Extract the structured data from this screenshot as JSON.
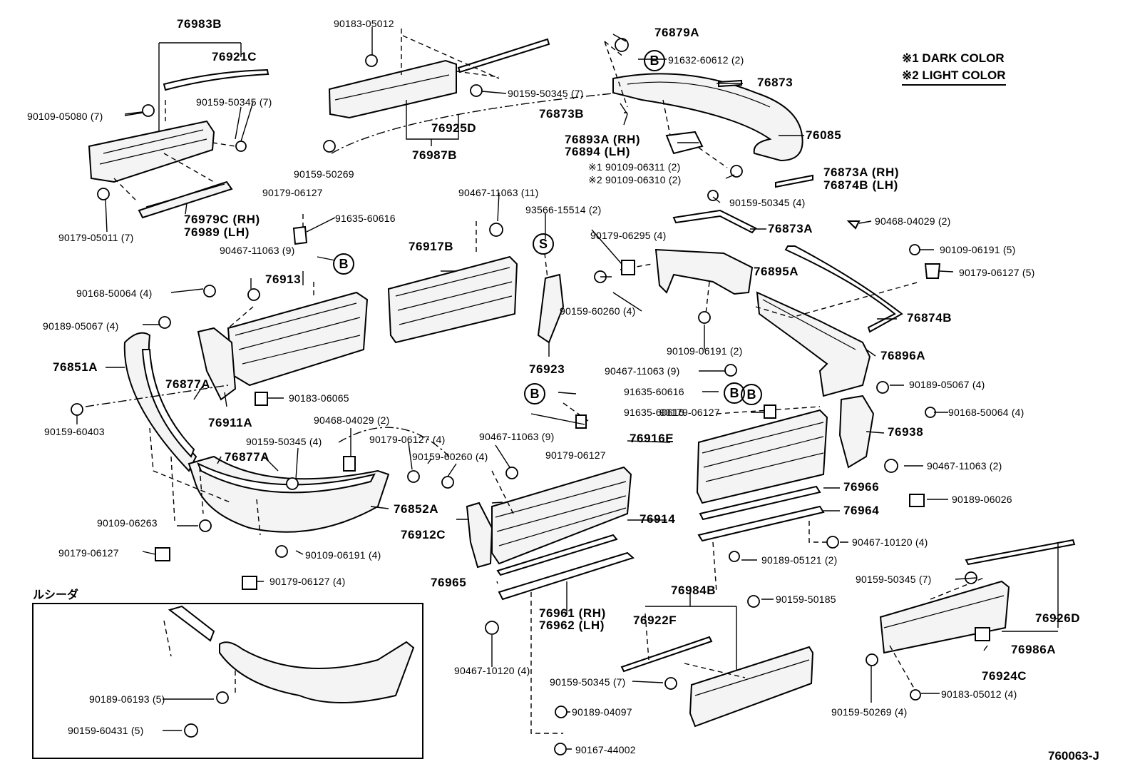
{
  "legend": {
    "line1": "※1 DARK COLOR",
    "line2": "※2 LIGHT COLOR"
  },
  "variant_title": "ルシーダ",
  "figure_code": "760063-J",
  "circle_marks": [
    "B",
    "B",
    "S",
    "B",
    "B",
    "B"
  ],
  "labels": [
    "76983B",
    "76921C",
    "90109-05080 (7)",
    "90159-50345 (7)",
    "76979C (RH)",
    "76989 (LH)",
    "90179-05011 (7)",
    "90183-05012",
    "90159-50345 (7)",
    "76925D",
    "76987B",
    "90159-50269",
    "76879A",
    "91632-60612 (2)",
    "76873",
    "76873B",
    "76085",
    "76893A (RH)",
    "76894 (LH)",
    "※1 90109-06311 (2)",
    "※2 90109-06310 (2)",
    "76873A (RH)",
    "76874B (LH)",
    "90159-50345 (4)",
    "90179-06127",
    "91635-60616",
    "90467-11063 (9)",
    "76913",
    "90168-50064 (4)",
    "90189-05067 (4)",
    "76851A",
    "76877A",
    "76911A",
    "90183-06065",
    "90159-60403",
    "90467-11063 (11)",
    "93566-15514 (2)",
    "76917B",
    "76923",
    "76873A",
    "90468-04029 (2)",
    "90179-06295 (4)",
    "90109-06191 (5)",
    "90179-06127 (5)",
    "76895A",
    "90159-60260 (4)",
    "90109-06191 (2)",
    "76874B",
    "76896A",
    "90467-11063 (9)",
    "91635-60616",
    "90189-05067 (4)",
    "91635-60616",
    "90179-06127",
    "90168-50064 (4)",
    "76916E",
    "76938",
    "90467-11063 (2)",
    "90189-06026",
    "90468-04029 (2)",
    "90159-50345 (4)",
    "90179-06127 (4)",
    "90159-60260 (4)",
    "90467-11063 (9)",
    "90179-06127",
    "76877A",
    "76852A",
    "90109-06263",
    "90179-06127",
    "90109-06191 (4)",
    "90179-06127 (4)",
    "76912C",
    "76914",
    "76965",
    "76961 (RH)",
    "76962 (LH)",
    "90467-10120 (4)",
    "76966",
    "76964",
    "90467-10120 (4)",
    "90189-05121 (2)",
    "90159-50185",
    "76984B",
    "76922F",
    "90159-50345 (7)",
    "90189-04097",
    "90167-44002",
    "90159-50345 (7)",
    "76926D",
    "76986A",
    "76924C",
    "90183-05012 (4)",
    "90159-50269 (4)",
    "90189-06193 (5)",
    "90159-60431 (5)"
  ]
}
